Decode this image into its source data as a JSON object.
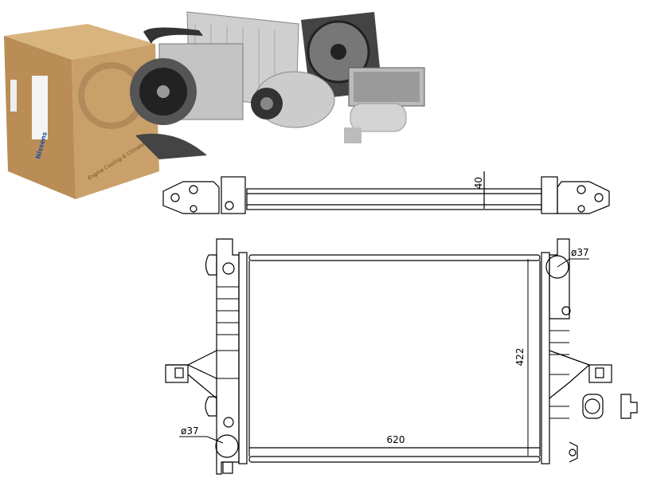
{
  "product_photo": {
    "box_logo": "Nissens",
    "box_slogan": "Engine Cooling & Climate",
    "colors": {
      "box": "#c39a62",
      "logo": "#1f4fa0",
      "metal": "#9a9a9a"
    }
  },
  "top_view": {
    "dimension_label": "40"
  },
  "front_view": {
    "height_label": "422",
    "width_label": "620",
    "inlet_label": "ø37",
    "outlet_label": "ø37"
  }
}
